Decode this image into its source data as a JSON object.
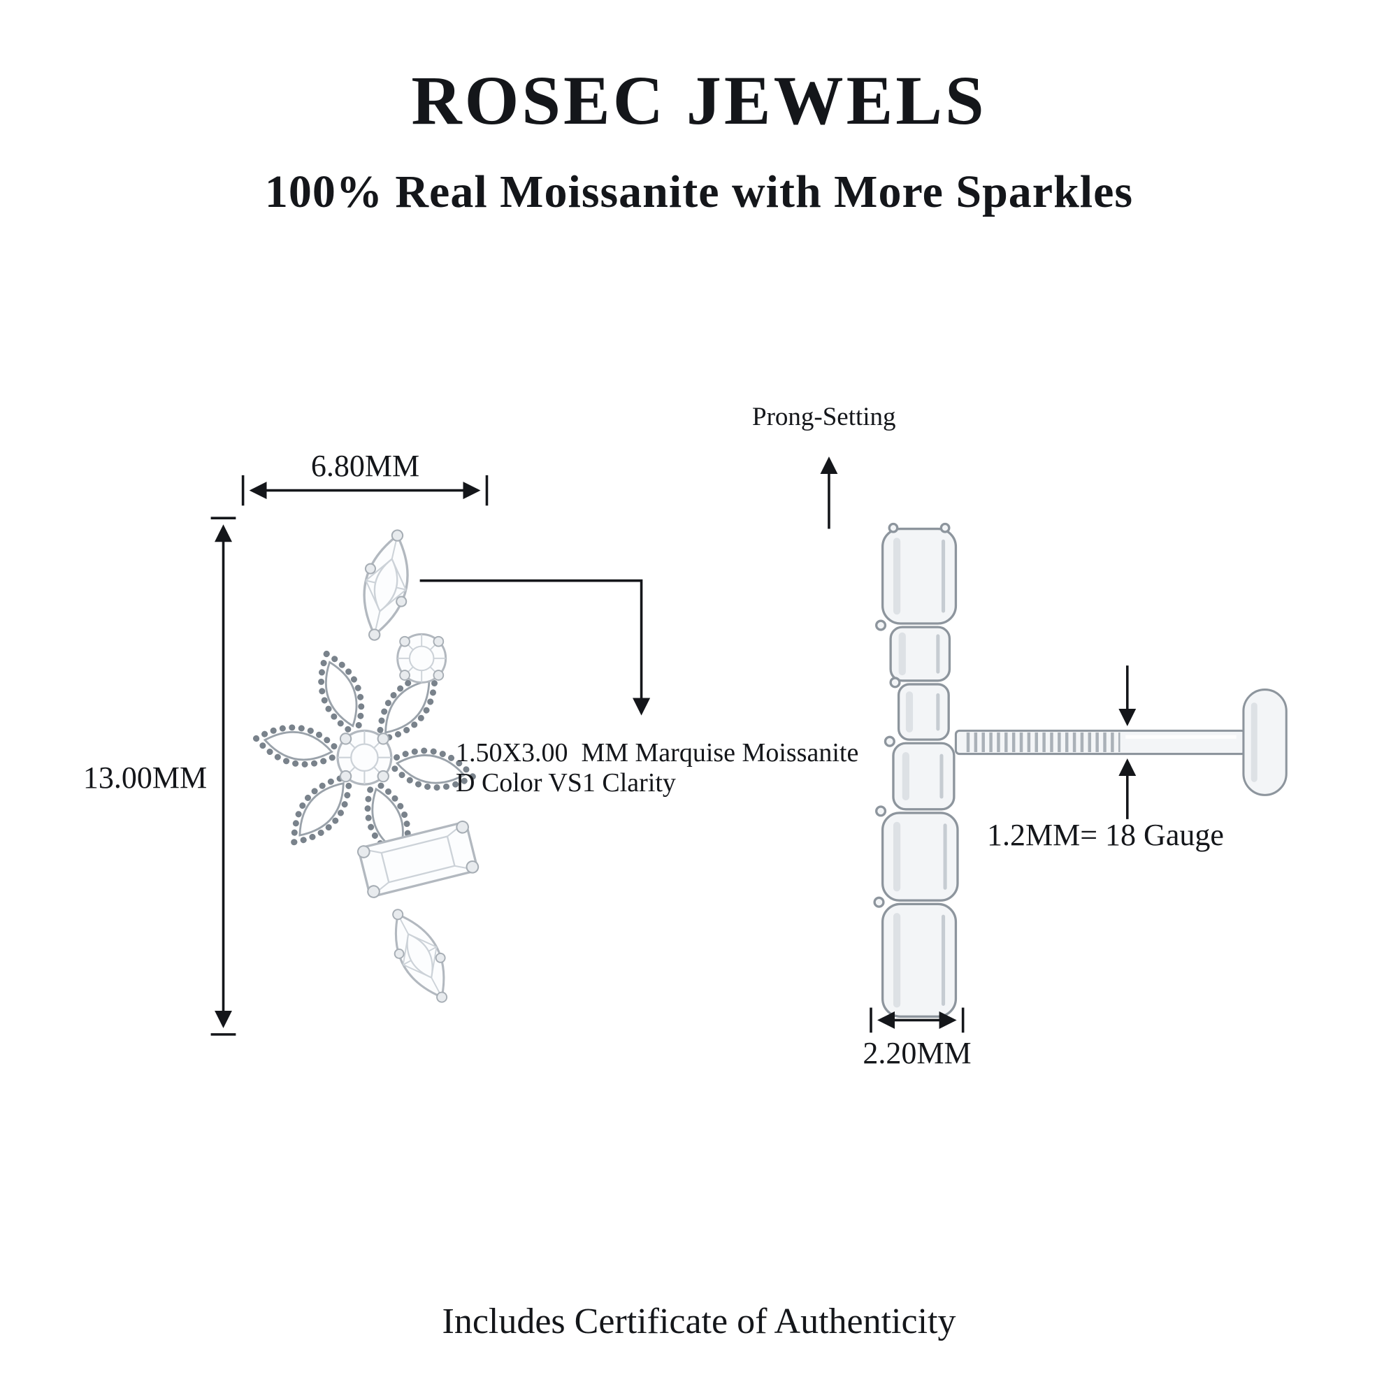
{
  "header": {
    "brand": "ROSEC JEWELS",
    "tagline": "100% Real Moissanite with More Sparkles"
  },
  "front_view": {
    "width_label": "6.80MM",
    "height_label": "13.00MM",
    "stone_note_line1": "1.50X3.00  MM Marquise Moissanite",
    "stone_note_line2": "D Color VS1 Clarity"
  },
  "side_view": {
    "prong_label": "Prong-Setting",
    "gauge_label": "1.2MM= 18 Gauge",
    "depth_label": "2.20MM"
  },
  "footer": {
    "certificate": "Includes Certificate of Authenticity"
  },
  "colors": {
    "background": "#ffffff",
    "text": "#14161a",
    "dimension_line": "#14161a",
    "metal_stroke": "#8d959d",
    "metal_fill": "#f3f5f7",
    "gem_stroke": "#b2b8bf",
    "gem_facet": "#ccd2d8",
    "milgrain_bead": "#79828b"
  }
}
